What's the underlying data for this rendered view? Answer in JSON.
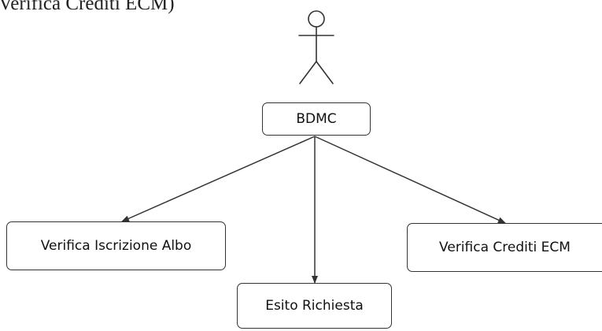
{
  "heading": {
    "text": "Verifica Crediti ECM)"
  },
  "actor": {
    "icon": "stick-figure-actor-icon"
  },
  "nodes": {
    "root": {
      "label": "BDMC"
    },
    "left": {
      "label": "Verifica Iscrizione Albo"
    },
    "center": {
      "label": "Esito Richiesta"
    },
    "right": {
      "label": "Verifica Crediti ECM"
    }
  },
  "edges": [
    {
      "from": "root",
      "to": "left",
      "style": "arrow"
    },
    {
      "from": "root",
      "to": "center",
      "style": "arrow"
    },
    {
      "from": "root",
      "to": "right",
      "style": "arrow"
    }
  ],
  "colors": {
    "line": "#333333",
    "background": "#ffffff"
  }
}
